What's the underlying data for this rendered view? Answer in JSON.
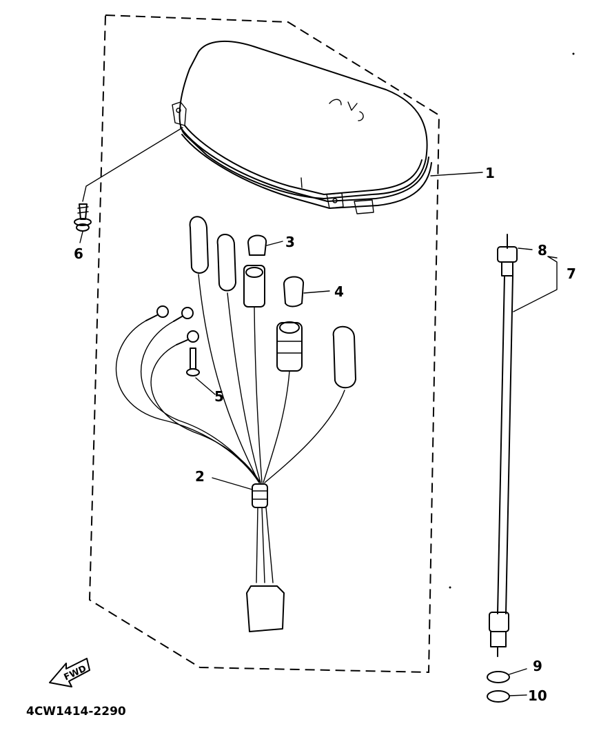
{
  "callouts": {
    "c1": "1",
    "c2": "2",
    "c3": "3",
    "c4": "4",
    "c5": "5",
    "c6": "6",
    "c7": "7",
    "c8": "8",
    "c9": "9",
    "c10": "10"
  },
  "fwd_label": "FWD",
  "drawing_code": "4CW1414-2290"
}
